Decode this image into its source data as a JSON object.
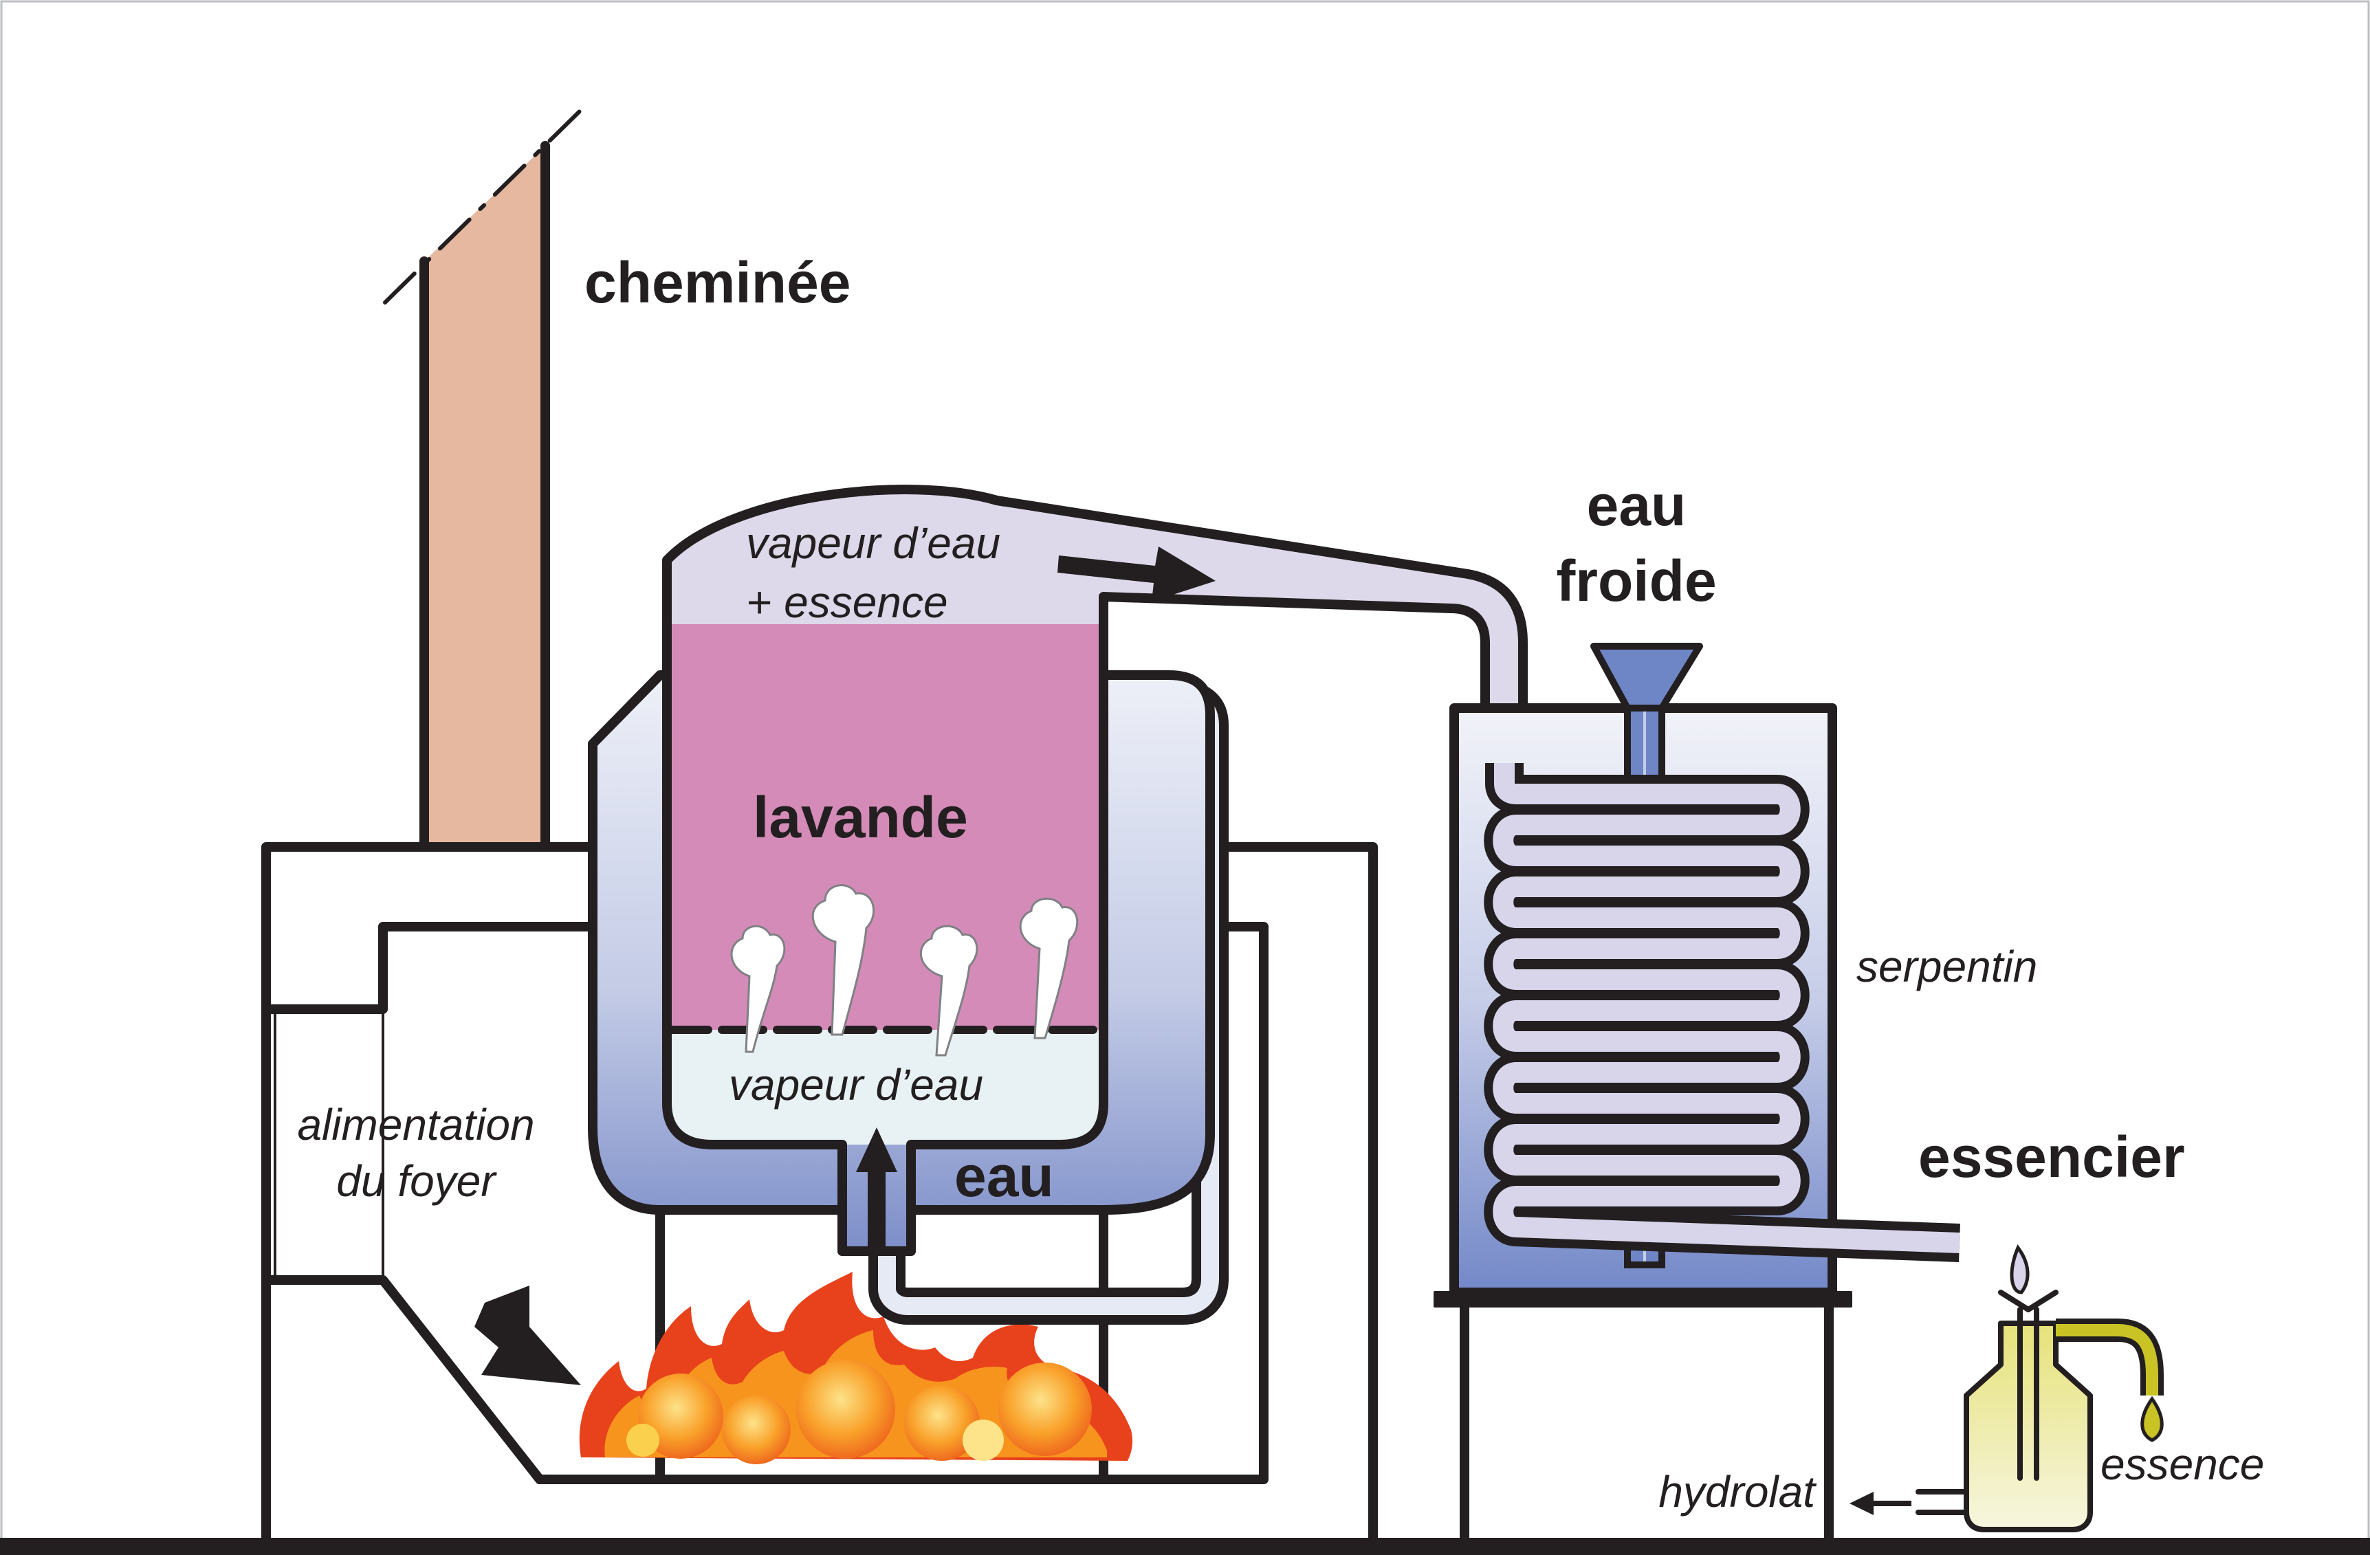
{
  "labels": {
    "chimney": "cheminée",
    "vapor_mix_line1": "vapeur d’eau",
    "vapor_mix_line2": "+ essence",
    "lavender": "lavande",
    "vapor": "vapeur d’eau",
    "water": "eau",
    "cold_water_line1": "eau",
    "cold_water_line2": "froide",
    "coil": "serpentin",
    "separator": "essencier",
    "feed_line1": "alimentation",
    "feed_line2": "du foyer",
    "hydrolat": "hydrolat",
    "essence": "essence"
  },
  "colors": {
    "outline": "#231f20",
    "chimney": "#e6b8a0",
    "lavender": "#d58bb8",
    "vapor_mix": "#ddd8ea",
    "vapor": "#e8f2f4",
    "water_top": "#e6eaf5",
    "water_bottom": "#7d8ec9",
    "coil": "#d8d4ea",
    "cold_water": "#6f86c6",
    "funnel": "#6f86c6",
    "oil": "#c9c326",
    "flame_outer": "#e8421c",
    "flame_inner": "#f7941d",
    "flame_core": "#fbd04c"
  }
}
